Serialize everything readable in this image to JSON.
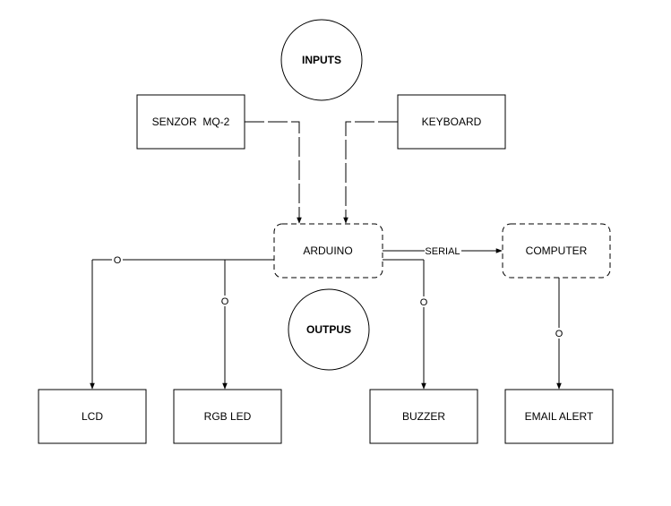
{
  "diagram": {
    "circles": {
      "inputs": "INPUTS",
      "outputs": "OUTPUS"
    },
    "nodes": {
      "sensor": "SENZOR  MQ-2",
      "keyboard": "KEYBOARD",
      "arduino": "ARDUINO",
      "computer": "COMPUTER",
      "lcd": "LCD",
      "rgb_led": "RGB LED",
      "buzzer": "BUZZER",
      "email_alert": "EMAIL ALERT"
    },
    "edges": {
      "serial": "SERIAL",
      "lcd_marker": "O",
      "rgb_marker": "O",
      "buzzer_marker": "O",
      "email_marker": "O"
    }
  }
}
